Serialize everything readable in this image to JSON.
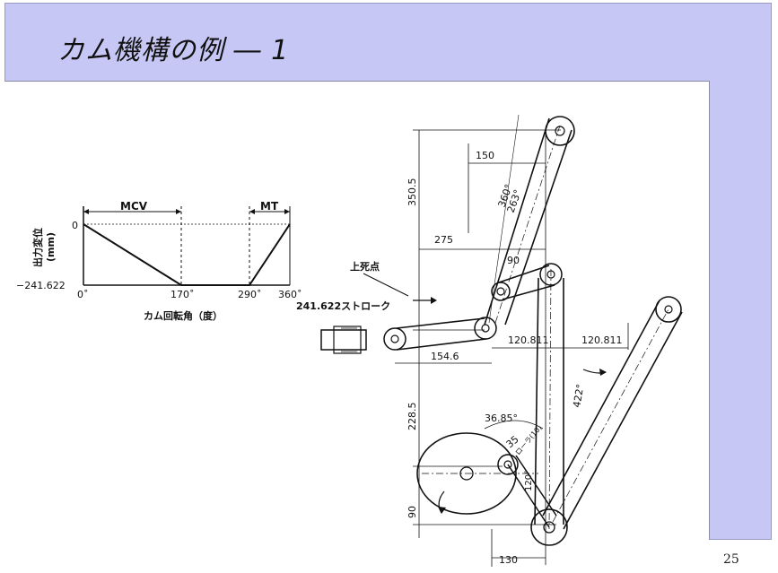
{
  "slide": {
    "title": "カム機構の例 ― 1",
    "page_number": "25"
  },
  "graph": {
    "label_mcv": "MCV",
    "label_mt": "MT",
    "y_axis_label_1": "出力変位",
    "y_axis_label_2": "(mm)",
    "y_top": "0",
    "y_bottom": "−241.622",
    "x_0": "0˚",
    "x_170": "170˚",
    "x_290": "290˚",
    "x_360": "360˚",
    "x_axis_label": "カム回転角（度）"
  },
  "mechanism": {
    "dim_350_5": "350.5",
    "dim_150": "150",
    "dim_360": "360°",
    "dim_263": "263°",
    "dim_275": "275",
    "label_top_dead_center": "上死点",
    "dim_90_top": "90",
    "label_stroke": "241.622ストローク",
    "dim_120_811_a": "120.811",
    "dim_120_811_b": "120.811",
    "dim_154_6": "154.6",
    "dim_228_5": "228.5",
    "dim_36_85": "36.85°",
    "dim_35": "35",
    "dim_roller": "ローラ(10)",
    "dim_422": "422°",
    "dim_120": "120°",
    "dim_90_bottom": "90",
    "dim_130": "130"
  }
}
